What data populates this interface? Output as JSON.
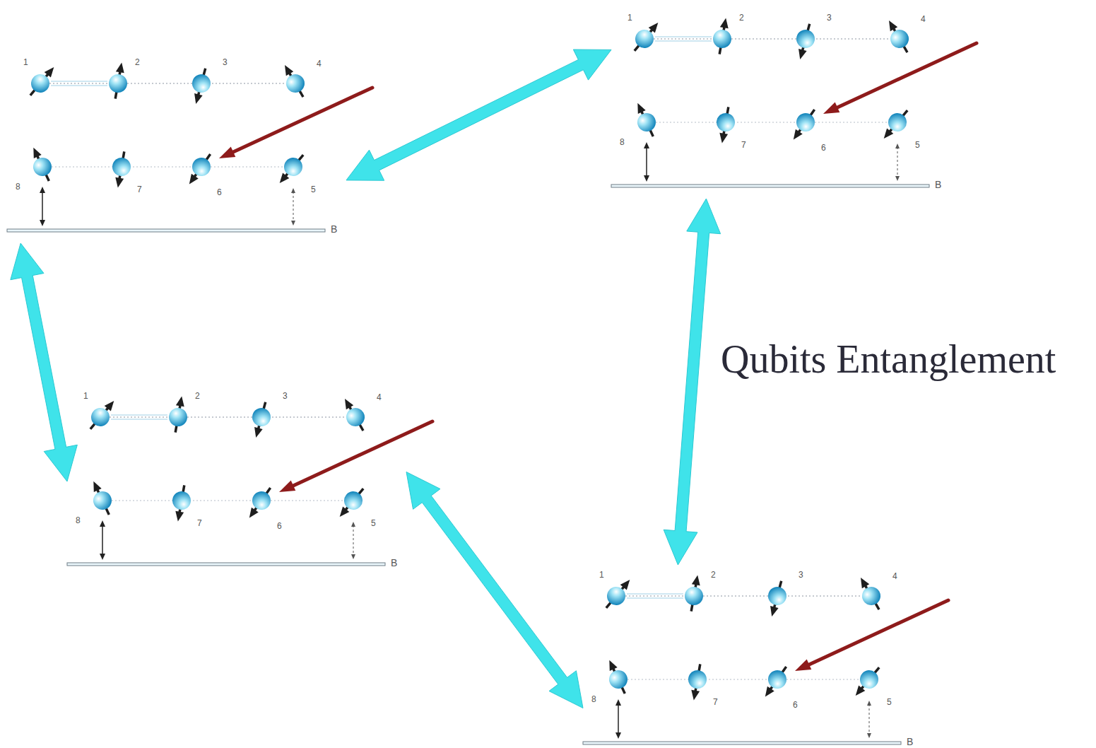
{
  "diagram": {
    "nodes": [
      {
        "text": [
          "1",
          "2",
          "3",
          "4",
          "8",
          "7",
          "6",
          "5",
          "B"
        ]
      },
      {
        "text": [
          "1",
          "2",
          "3",
          "4",
          "8",
          "7",
          "6",
          "5",
          "B"
        ]
      },
      {
        "text": [
          "1",
          "2",
          "3",
          "4",
          "8",
          "7",
          "6",
          "5",
          "B"
        ]
      },
      {
        "text": [
          "1",
          "2",
          "3",
          "4",
          "8",
          "7",
          "6",
          "5",
          "B"
        ]
      }
    ],
    "edges": [
      {
        "from": 0,
        "to": 1,
        "arrow": "both"
      },
      {
        "from": 0,
        "to": 2,
        "arrow": "both"
      },
      {
        "from": 1,
        "to": 3,
        "arrow": "both"
      },
      {
        "from": 2,
        "to": 3,
        "arrow": "both"
      }
    ],
    "labels": [
      "Qubits Entanglement"
    ]
  }
}
